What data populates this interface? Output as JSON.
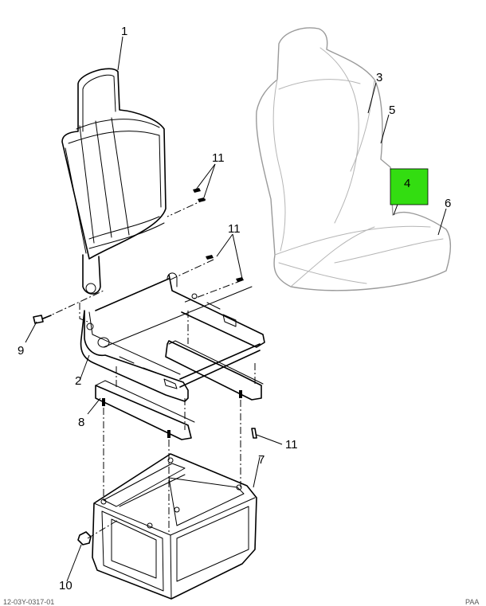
{
  "diagram": {
    "callouts": [
      {
        "id": "1",
        "label": "1"
      },
      {
        "id": "2",
        "label": "2"
      },
      {
        "id": "3",
        "label": "3"
      },
      {
        "id": "4",
        "label": "4"
      },
      {
        "id": "5",
        "label": "5"
      },
      {
        "id": "6",
        "label": "6"
      },
      {
        "id": "7",
        "label": "7"
      },
      {
        "id": "8",
        "label": "8"
      },
      {
        "id": "9",
        "label": "9"
      },
      {
        "id": "10",
        "label": "10"
      },
      {
        "id": "11a",
        "label": "11"
      },
      {
        "id": "11b",
        "label": "11"
      },
      {
        "id": "11c",
        "label": "11"
      }
    ],
    "highlight": {
      "label": "4",
      "color": "#33dd11"
    },
    "footer_left": "12-03Y-0317-01",
    "footer_right": "PAA"
  }
}
